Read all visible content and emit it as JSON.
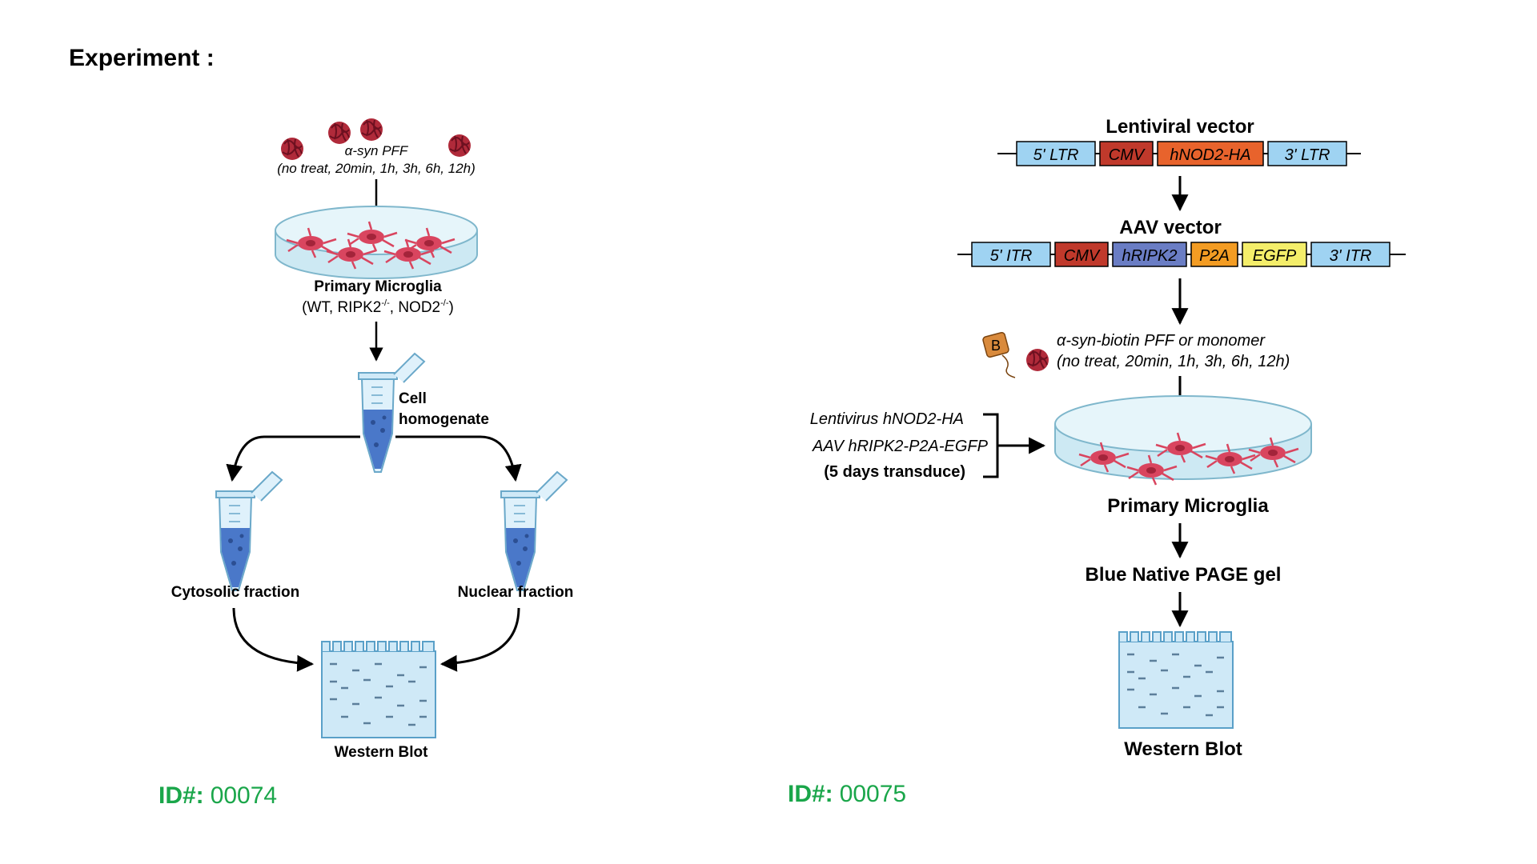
{
  "page_title": "Experiment :",
  "left": {
    "reagent": "α-syn PFF",
    "timepoints": "(no treat, 20min, 1h, 3h, 6h, 12h)",
    "cells_title": "Primary Microglia",
    "cells_genotypes_prefix": "(WT, RIPK2",
    "cells_genotypes_mid": ", NOD2",
    "cells_genotypes_suffix": ")",
    "superscript": "-/-",
    "homogenate_line1": "Cell",
    "homogenate_line2": "homogenate",
    "cytosolic": "Cytosolic fraction",
    "nuclear": "Nuclear fraction",
    "readout": "Western Blot",
    "id_label": "ID#:",
    "id_value": "00074"
  },
  "right": {
    "lenti_title": "Lentiviral vector",
    "lenti_segments": [
      "5' LTR",
      "CMV",
      "hNOD2-HA",
      "3' LTR"
    ],
    "aav_title": "AAV vector",
    "aav_segments": [
      "5' ITR",
      "CMV",
      "hRIPK2",
      "P2A",
      "EGFP",
      "3' ITR"
    ],
    "biotin_badge": "B",
    "reagent": "α-syn-biotin PFF or monomer",
    "timepoints": "(no treat, 20min, 1h, 3h, 6h, 12h)",
    "transduce_line1": "Lentivirus hNOD2-HA",
    "transduce_line2": "AAV hRIPK2-P2A-EGFP",
    "transduce_line3": "(5 days transduce)",
    "cells_title": "Primary Microglia",
    "gel": "Blue Native PAGE gel",
    "readout": "Western Blot",
    "id_label": "ID#:",
    "id_value": "00075"
  },
  "colors": {
    "ltr_blue": "#9fd3f2",
    "cmv_red": "#c0392b",
    "nod2_orange": "#e8632c",
    "ripk2_blue": "#6a7dc4",
    "p2a_orange": "#f39c23",
    "egfp_yellow": "#f4ee6a",
    "cell_red": "#d9455f",
    "id_green": "#1aa64a",
    "tube_blue": "#4a78c9",
    "blot_blue": "#cfe9f7"
  }
}
